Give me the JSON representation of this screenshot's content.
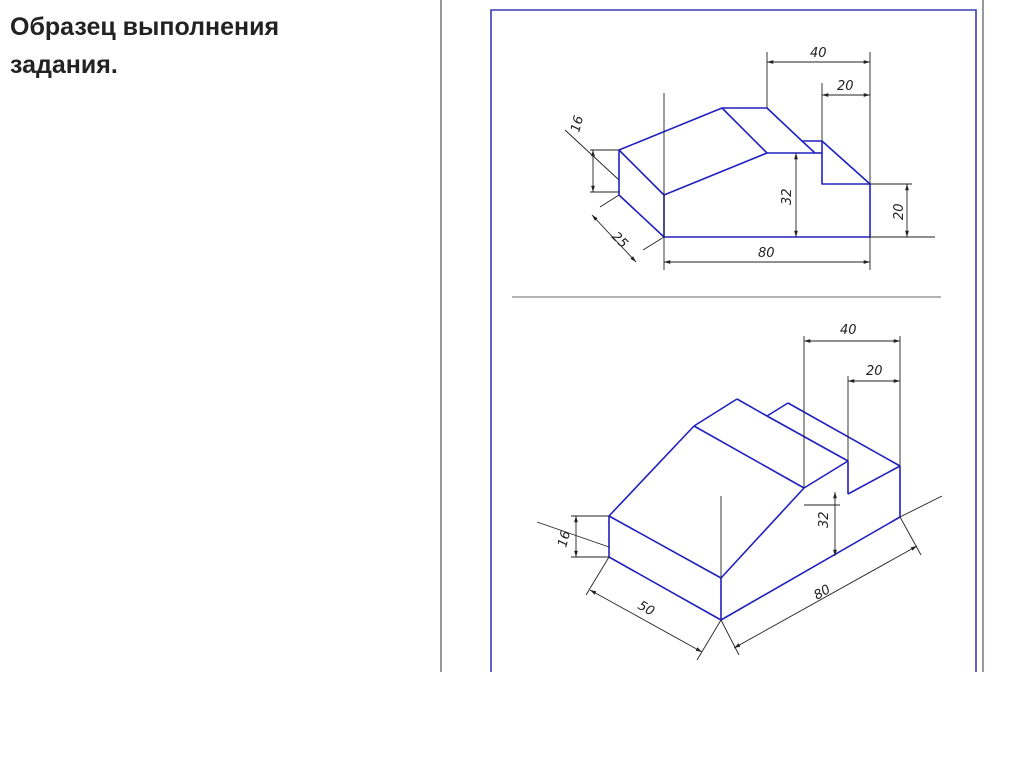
{
  "slide": {
    "title_line1": "Образец выполнения",
    "title_line2": "задания."
  },
  "colors": {
    "background": "#ffffff",
    "title_text": "#222222",
    "frame_blue": "#3a3ab8",
    "model_blue": "#2020c0",
    "dimension_black": "#222222"
  },
  "top_view": {
    "dim_overall_40": "40",
    "dim_step_20": "20",
    "dim_top_16": "16",
    "dim_height_32": "32",
    "dim_right_20": "20",
    "dim_depth_25": "25",
    "dim_length_80": "80"
  },
  "bottom_view": {
    "dim_overall_40": "40",
    "dim_step_20": "20",
    "dim_top_16": "16",
    "dim_height_32": "32",
    "dim_width_50": "50",
    "dim_length_80": "80"
  }
}
